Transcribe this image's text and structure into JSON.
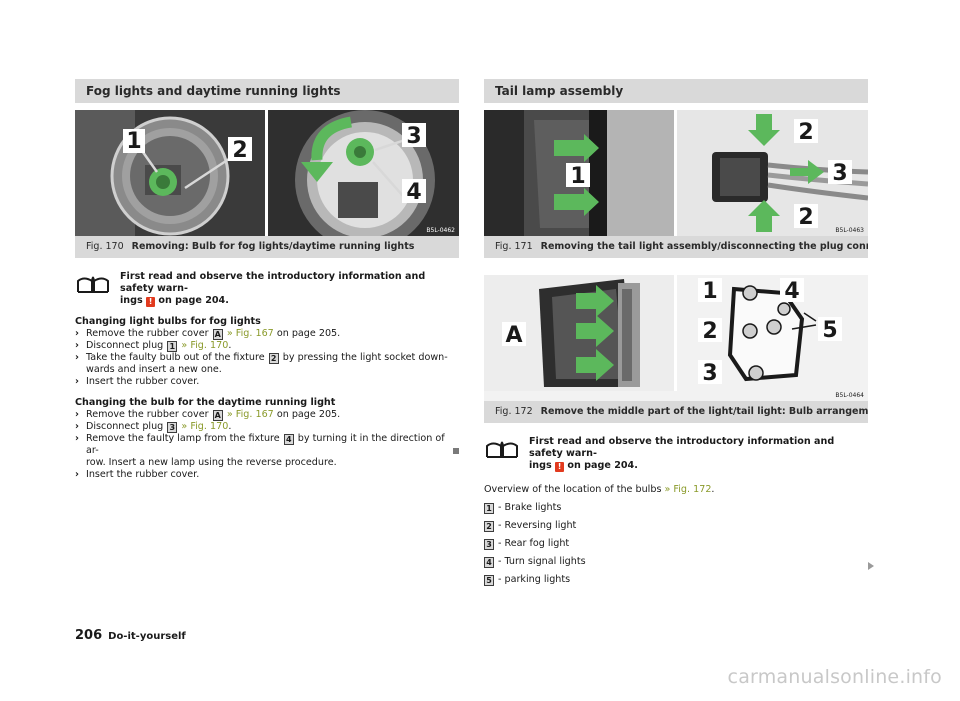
{
  "left": {
    "header": "Fog lights and daytime running lights",
    "figure": {
      "number": "Fig. 170",
      "caption": "Removing: Bulb for fog lights/daytime running lights",
      "code": "B5L-0462",
      "labels": [
        "1",
        "2",
        "3",
        "4"
      ]
    },
    "warning": {
      "line1": "First read and observe the introductory information and safety warn-",
      "line2_pre": "ings",
      "line2_post": "on page 204.",
      "excl": "!"
    },
    "fog": {
      "heading": "Changing light bulbs for fog lights",
      "steps": [
        {
          "pre": "Remove the rubber cover",
          "key": "A",
          "ref": "» Fig. 167",
          "post": "on page 205."
        },
        {
          "pre": "Disconnect plug",
          "key": "1",
          "ref": "» Fig. 170",
          "post": "."
        },
        {
          "pre": "Take the faulty bulb out of the fixture",
          "key": "2",
          "post": "by pressing the light socket down-",
          "cont": "wards and insert a new one."
        },
        {
          "pre": "Insert the rubber cover."
        }
      ]
    },
    "drl": {
      "heading": "Changing the bulb for the daytime running light",
      "steps": [
        {
          "pre": "Remove the rubber cover",
          "key": "A",
          "ref": "» Fig. 167",
          "post": "on page 205."
        },
        {
          "pre": "Disconnect plug",
          "key": "3",
          "ref": "» Fig. 170",
          "post": "."
        },
        {
          "pre": "Remove the faulty lamp from the fixture",
          "key": "4",
          "post": "by turning it in the direction of ar-",
          "cont": "row. Insert a new lamp using the reverse procedure."
        },
        {
          "pre": "Insert the rubber cover."
        }
      ]
    }
  },
  "right": {
    "header": "Tail lamp assembly",
    "figure1": {
      "number": "Fig. 171",
      "caption": "Removing the tail light assembly/disconnecting the plug connection",
      "code": "B5L-0463",
      "labels": [
        "1",
        "2",
        "3",
        "2"
      ]
    },
    "figure2": {
      "number": "Fig. 172",
      "caption": "Remove the middle part of the light/tail light: Bulb arrangement",
      "code": "B5L-0464",
      "labels": [
        "A",
        "1",
        "2",
        "3",
        "4",
        "5"
      ]
    },
    "warning": {
      "line1": "First read and observe the introductory information and safety warn-",
      "line2_pre": "ings",
      "line2_post": "on page 204.",
      "excl": "!"
    },
    "overview": {
      "pre": "Overview of the location of the bulbs",
      "ref": "» Fig. 172",
      "post": "."
    },
    "bulbs": [
      {
        "key": "1",
        "label": "- Brake lights"
      },
      {
        "key": "2",
        "label": "- Reversing light"
      },
      {
        "key": "3",
        "label": "- Rear fog light"
      },
      {
        "key": "4",
        "label": "- Turn signal lights"
      },
      {
        "key": "5",
        "label": "- parking lights"
      }
    ]
  },
  "footer": {
    "page_number": "206",
    "title": "Do-it-yourself"
  },
  "watermark": "carmanualsonline.info",
  "colors": {
    "header_bg": "#d9d9d9",
    "reference": "#8a9a2a",
    "warning_red": "#e23a1e",
    "arrow_green": "#5cb85c"
  },
  "icons": {
    "warning": "manual-book-icon",
    "step": "chevron-right-icon",
    "continue": "triangle-right-icon",
    "end": "square-end-icon"
  }
}
